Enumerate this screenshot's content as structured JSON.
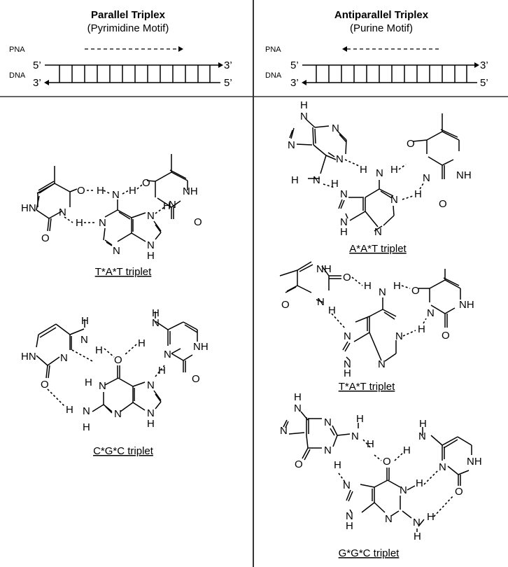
{
  "panels": {
    "left": {
      "title": "Parallel Triplex",
      "subtitle": "(Pyrimidine Motif)",
      "pna_label": "PNA",
      "dna_label": "DNA",
      "top_strand_start": "5’",
      "top_strand_end": "3’",
      "bottom_strand_start": "3’",
      "bottom_strand_end": "5’",
      "pna_direction": "left-to-right"
    },
    "right": {
      "title": "Antiparallel Triplex",
      "subtitle": "(Purine Motif)",
      "pna_label": "PNA",
      "dna_label": "DNA",
      "top_strand_start": "5’",
      "top_strand_end": "3’",
      "bottom_strand_start": "3’",
      "bottom_strand_end": "5’",
      "pna_direction": "right-to-left"
    }
  },
  "triplets": {
    "parallel": [
      {
        "caption": "T*A*T triplet"
      },
      {
        "caption": "C*G*C triplet"
      }
    ],
    "antiparallel": [
      {
        "caption": "A*A*T triplet"
      },
      {
        "caption": "T*A*T triplet"
      },
      {
        "caption": "G*G*C triplet"
      }
    ]
  },
  "atoms": {
    "N": "N",
    "H": "H",
    "O": "O",
    "NH": "NH",
    "HN": "HN"
  },
  "colors": {
    "line": "#000000",
    "background": "#ffffff",
    "divider": "#333333"
  }
}
